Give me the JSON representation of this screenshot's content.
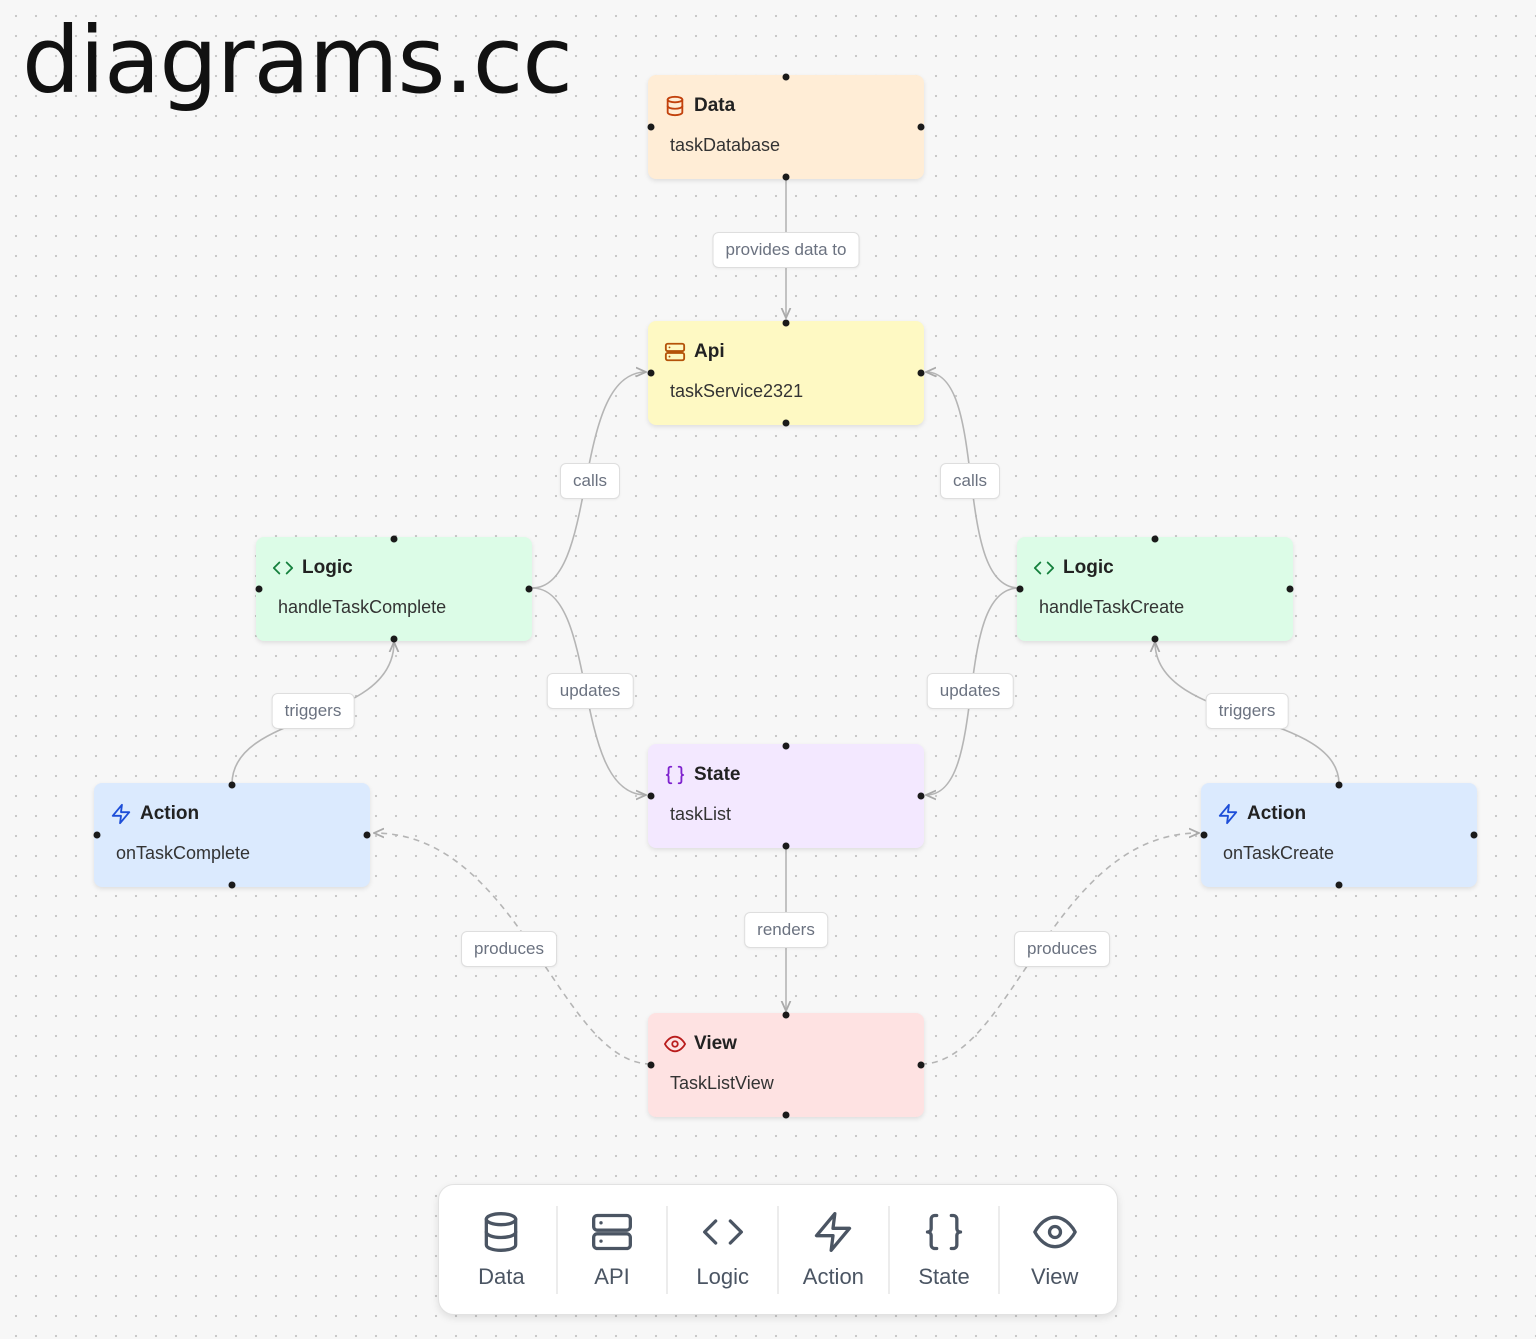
{
  "logo": "diagrams.cc",
  "nodes": {
    "data": {
      "type": "Data",
      "name": "taskDatabase"
    },
    "api": {
      "type": "Api",
      "name": "taskService2321"
    },
    "logic1": {
      "type": "Logic",
      "name": "handleTaskComplete"
    },
    "logic2": {
      "type": "Logic",
      "name": "handleTaskCreate"
    },
    "state": {
      "type": "State",
      "name": "taskList"
    },
    "action1": {
      "type": "Action",
      "name": "onTaskComplete"
    },
    "action2": {
      "type": "Action",
      "name": "onTaskCreate"
    },
    "view": {
      "type": "View",
      "name": "TaskListView"
    }
  },
  "edges": {
    "provides": "provides data to",
    "calls_left": "calls",
    "calls_right": "calls",
    "updates_left": "updates",
    "updates_right": "updates",
    "triggers_left": "triggers",
    "triggers_right": "triggers",
    "renders": "renders",
    "produces_left": "produces",
    "produces_right": "produces"
  },
  "palette": [
    {
      "label": "Data",
      "icon": "database-icon"
    },
    {
      "label": "API",
      "icon": "server-icon"
    },
    {
      "label": "Logic",
      "icon": "code-icon"
    },
    {
      "label": "Action",
      "icon": "lightning-icon"
    },
    {
      "label": "State",
      "icon": "braces-icon"
    },
    {
      "label": "View",
      "icon": "eye-icon"
    }
  ],
  "colors": {
    "data": "#c2410c",
    "api": "#b45309",
    "logic": "#15803d",
    "action": "#1d4ed8",
    "state": "#7e22ce",
    "view": "#b91c1c",
    "edge": "#b5b5b5"
  }
}
